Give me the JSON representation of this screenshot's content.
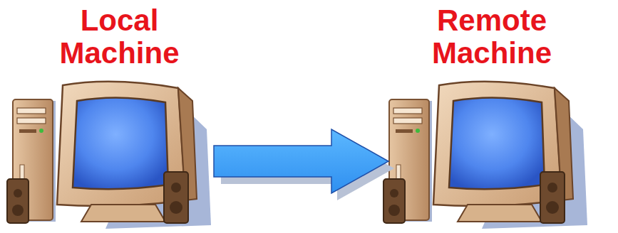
{
  "diagram": {
    "nodes": [
      {
        "text": [
          "Local Machine"
        ]
      },
      {
        "text": [
          "Remote Machine"
        ]
      }
    ],
    "edges": [
      {
        "from": 0,
        "to": 1,
        "arrow": "to"
      }
    ]
  }
}
